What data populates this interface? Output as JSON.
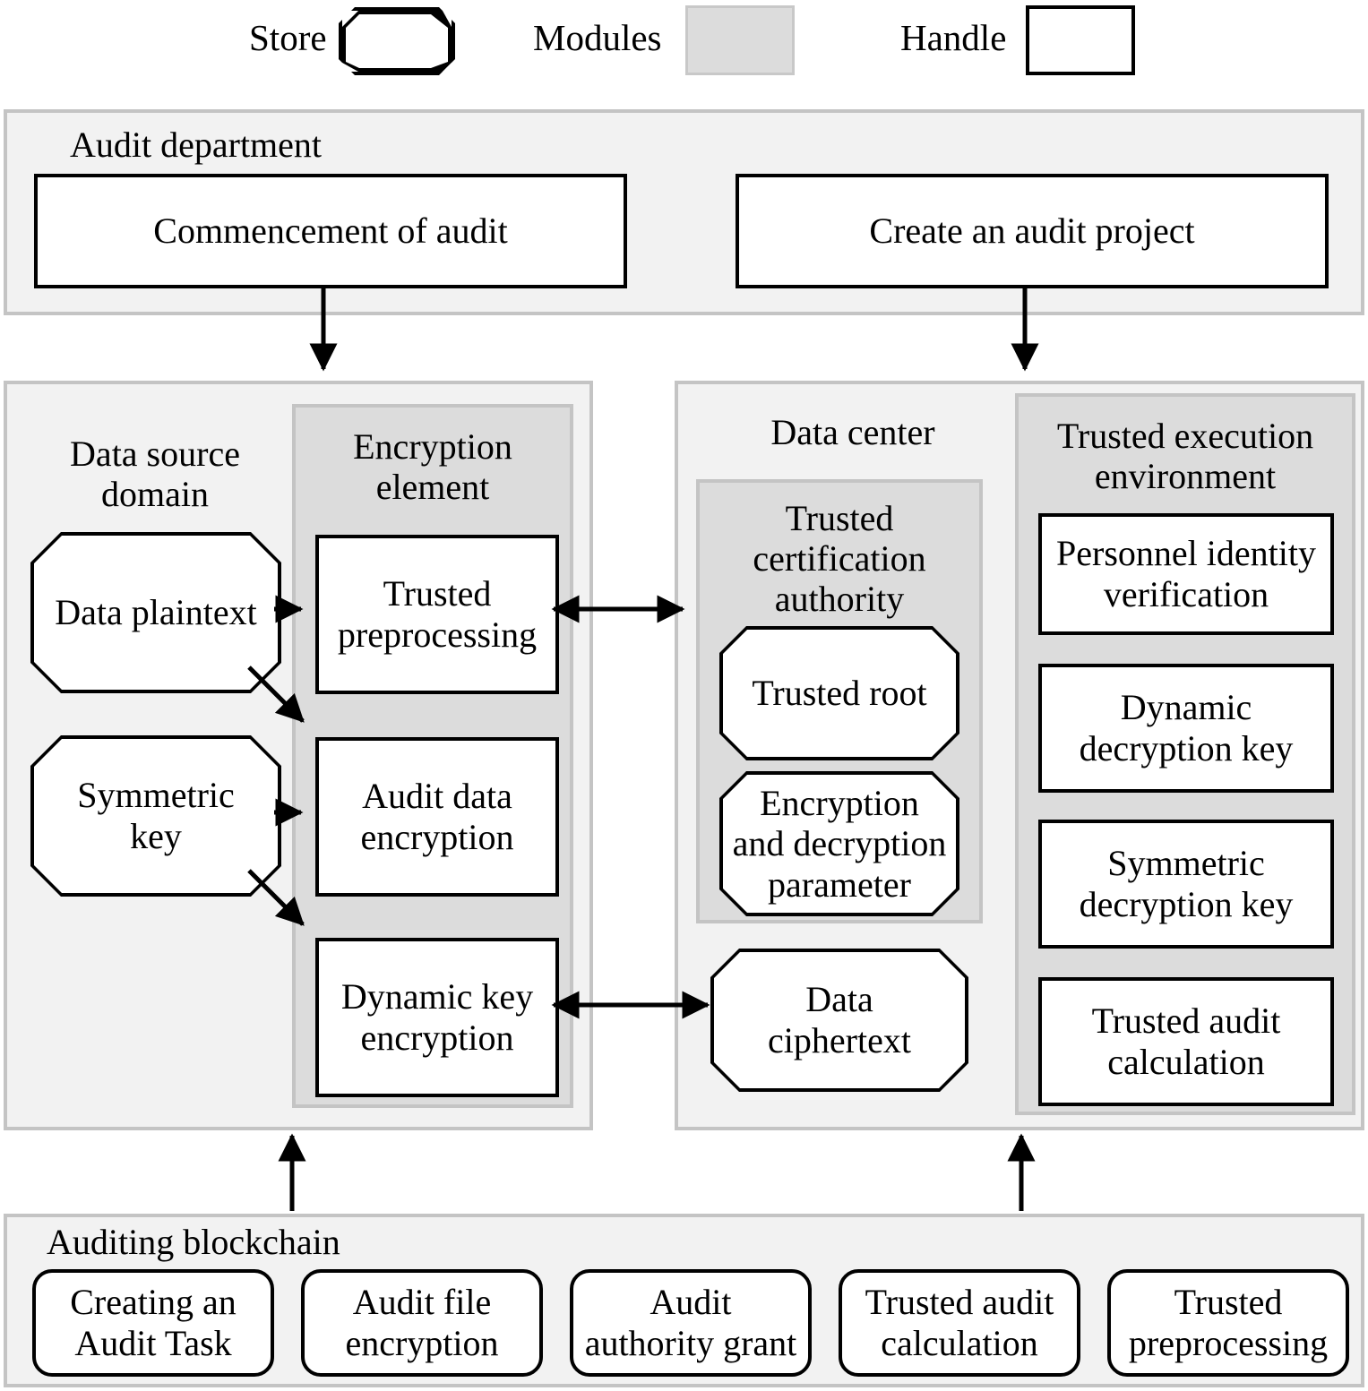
{
  "legend": {
    "items": [
      {
        "label": "Store",
        "shape": "octagon-store-shape"
      },
      {
        "label": "Modules",
        "shape": "gray-module-shape"
      },
      {
        "label": "Handle",
        "shape": "white-handle-shape"
      }
    ]
  },
  "audit_department": {
    "title": "Audit department",
    "boxes": [
      {
        "label": "Commencement of audit"
      },
      {
        "label": "Create an audit project"
      }
    ]
  },
  "data_source_domain": {
    "title": "Data source\ndomain",
    "stores": [
      {
        "label": "Data plaintext"
      },
      {
        "label": "Symmetric\nkey"
      }
    ],
    "encryption_element": {
      "title": "Encryption\nelement",
      "handles": [
        {
          "label": "Trusted\npreprocessing"
        },
        {
          "label": "Audit data\nencryption"
        },
        {
          "label": "Dynamic key\nencryption"
        }
      ]
    }
  },
  "data_center": {
    "title": "Data center",
    "trusted_certification_authority": {
      "title": "Trusted\ncertification\nauthority",
      "stores": [
        {
          "label": "Trusted root"
        },
        {
          "label": "Encryption\nand decryption\nparameter"
        }
      ]
    },
    "data_ciphertext": {
      "label": "Data\nciphertext"
    },
    "trusted_execution_environment": {
      "title": "Trusted execution\nenvironment",
      "handles": [
        {
          "label": "Personnel identity\nverification"
        },
        {
          "label": "Dynamic\ndecryption key"
        },
        {
          "label": "Symmetric\ndecryption key"
        },
        {
          "label": "Trusted audit\ncalculation"
        }
      ]
    }
  },
  "auditing_blockchain": {
    "title": "Auditing blockchain",
    "nodes": [
      {
        "label": "Creating an\nAudit Task"
      },
      {
        "label": "Audit file\nencryption"
      },
      {
        "label": "Audit\nauthority grant"
      },
      {
        "label": "Trusted audit\ncalculation"
      },
      {
        "label": "Trusted\npreprocessing"
      }
    ]
  },
  "colors": {
    "panel_bg": "#f2f2f2",
    "panel_border": "#c4c4c4",
    "module_bg": "#dcdcdc",
    "handle_bg": "#ffffff",
    "stroke": "#000000"
  }
}
